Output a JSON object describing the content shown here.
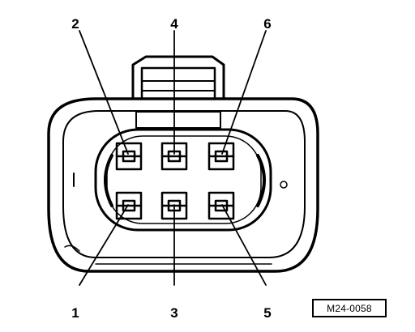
{
  "figure": {
    "pin_labels": {
      "p1": "1",
      "p2": "2",
      "p3": "3",
      "p4": "4",
      "p5": "5",
      "p6": "6"
    },
    "reference_code": "M24-0058",
    "colors": {
      "line": "#000000",
      "background": "#ffffff"
    }
  }
}
